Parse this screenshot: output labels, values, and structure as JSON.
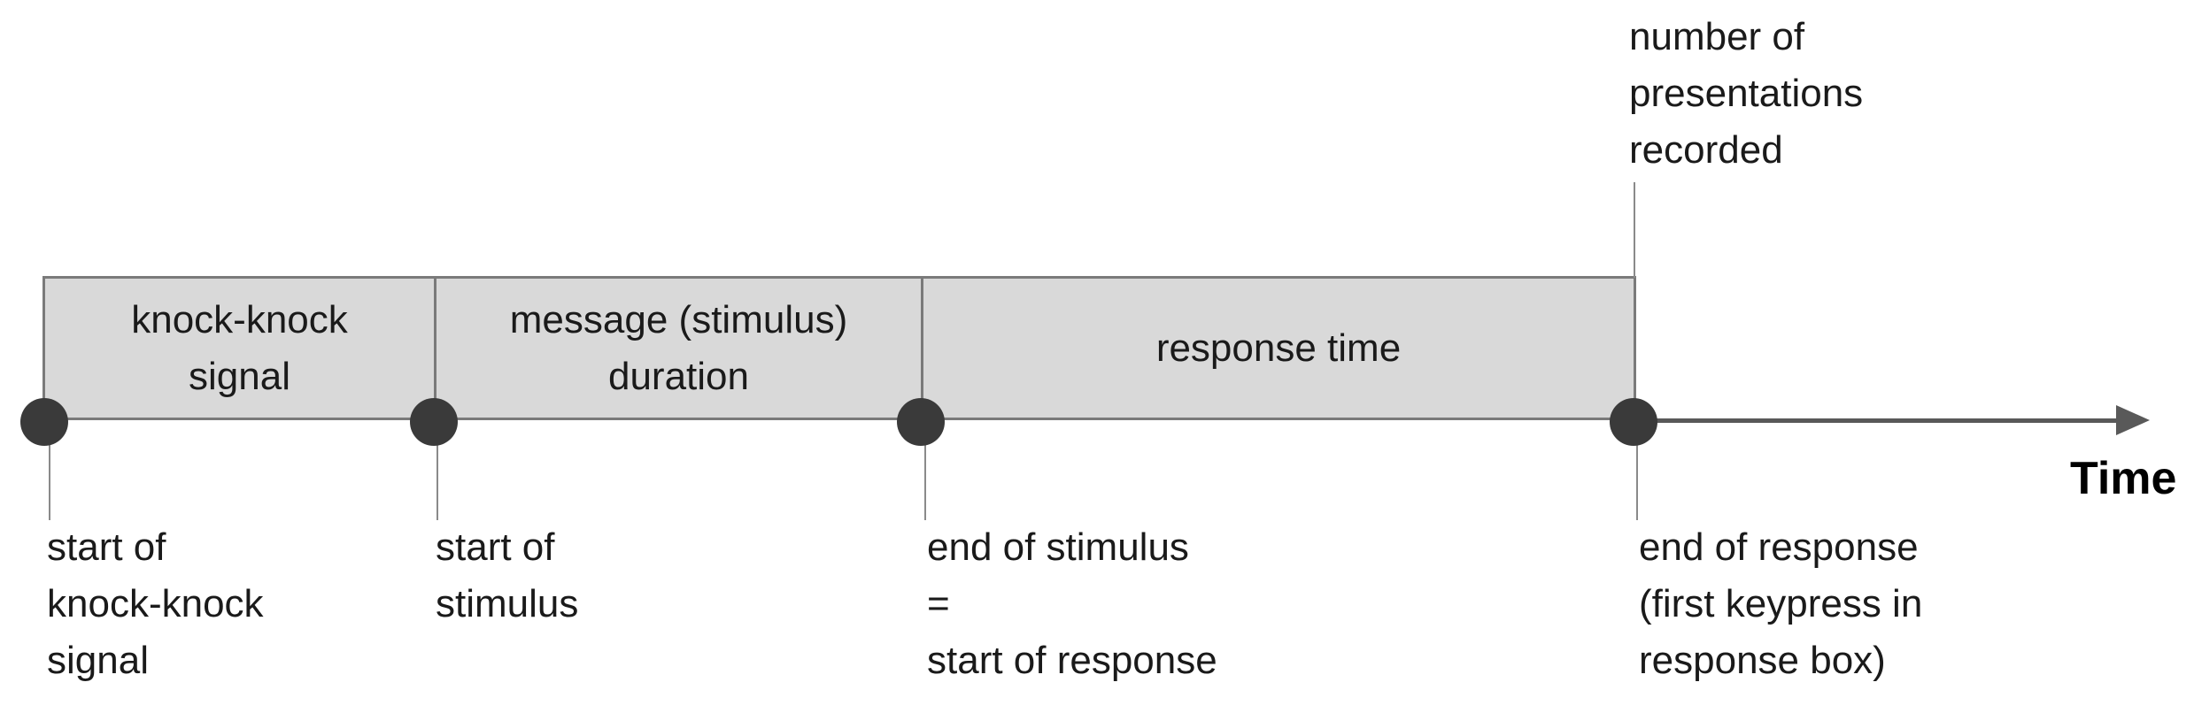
{
  "segments": [
    {
      "label": "knock-knock\nsignal"
    },
    {
      "label": "message (stimulus)\nduration"
    },
    {
      "label": "response time"
    }
  ],
  "event_labels": {
    "start_knock": "start of\nknock-knock\nsignal",
    "start_stimulus": "start of\nstimulus",
    "end_stimulus": "end of stimulus\n=\nstart of response",
    "end_response": "end of response\n(first keypress in\nresponse box)"
  },
  "top_label": "number of\npresentations\nrecorded",
  "axis_label": "Time",
  "colors": {
    "segment_fill": "#d9d9d9",
    "segment_border": "#7a7a7a",
    "dot": "#3a3a3a",
    "axis": "#595959"
  }
}
